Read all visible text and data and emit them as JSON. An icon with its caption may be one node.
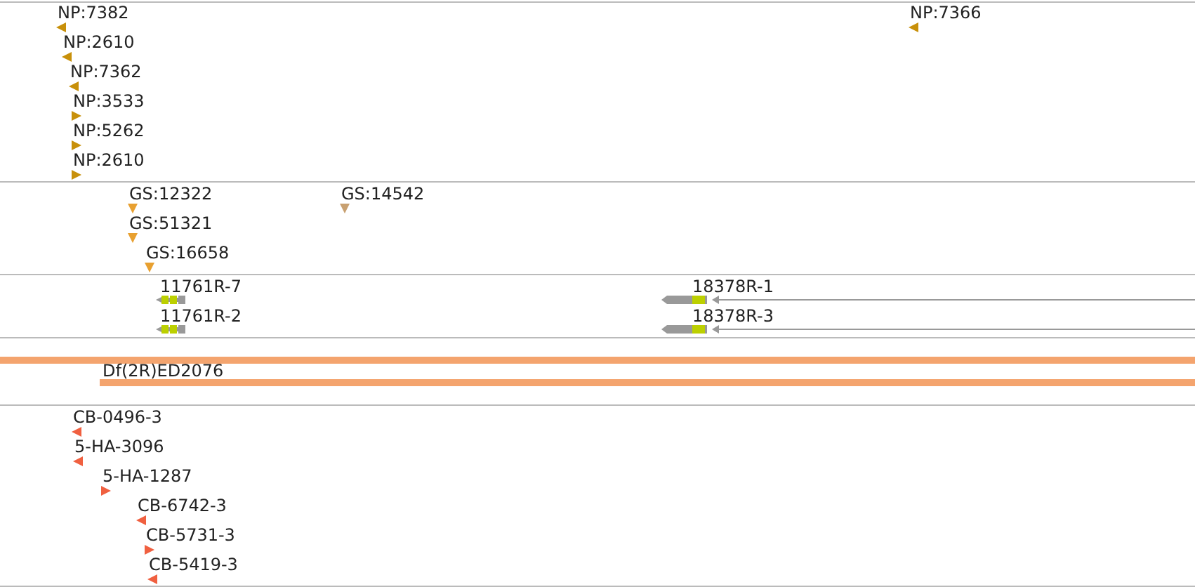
{
  "diagram": {
    "labels": [
      "NP:7382",
      "NP:7366",
      "NP:2610",
      "NP:7362",
      "NP:3533",
      "NP:5262",
      "NP:2610",
      "GS:12322",
      "GS:14542",
      "GS:51321",
      "GS:16658",
      "11761R-7",
      "18378R-1",
      "11761R-2",
      "18378R-3",
      "Df(2R)ED2076",
      "CB-0496-3",
      "5-HA-3096",
      "5-HA-1287",
      "CB-6742-3",
      "CB-5731-3",
      "CB-5419-3"
    ]
  }
}
